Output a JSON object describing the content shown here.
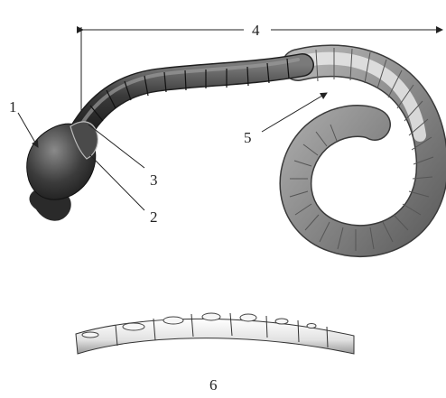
{
  "labels": {
    "l1": "1",
    "l2": "2",
    "l3": "3",
    "l4": "4",
    "l5": "5",
    "l6": "6"
  },
  "colors": {
    "ink": "#222222",
    "segment_dark": "#3a3a3a",
    "segment_mid": "#6e6e6e",
    "segment_light": "#d4d4d4",
    "flagellum_grey": "#8c8c8c"
  }
}
